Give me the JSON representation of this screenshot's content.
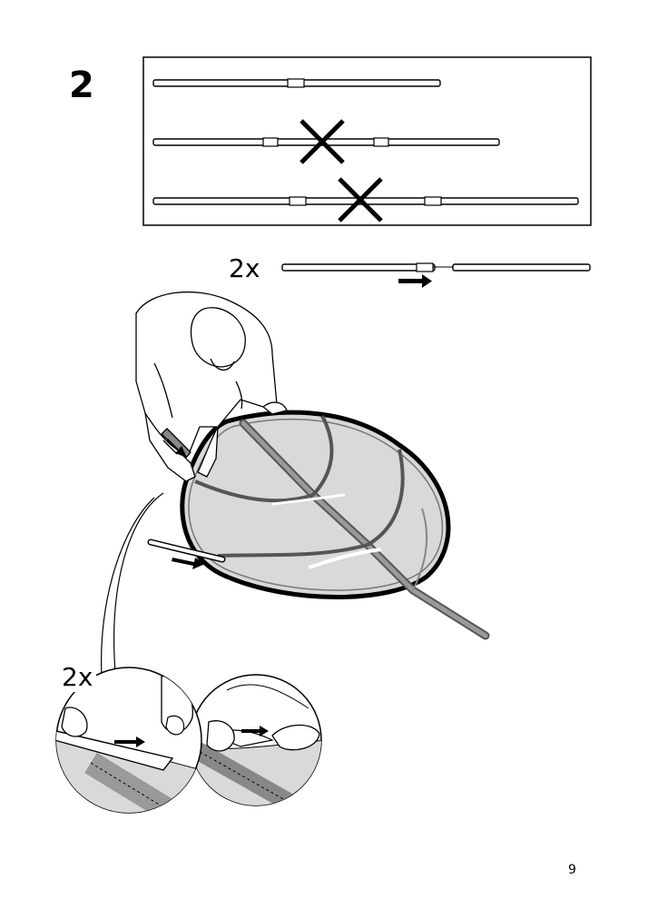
{
  "step": {
    "number": "2"
  },
  "top_quantity": "2x",
  "bottom_quantity": "2x",
  "page": {
    "number": "9"
  },
  "colors": {
    "ink": "#000000",
    "fabric": "#d9d9d9",
    "fabric_dark": "#9a9a9a",
    "paper": "#ffffff"
  },
  "icons": [
    "step-number",
    "pole-correct",
    "pole-wrong-cross",
    "arrow-right",
    "person-illustration",
    "leaf-canopy",
    "detail-circle"
  ]
}
